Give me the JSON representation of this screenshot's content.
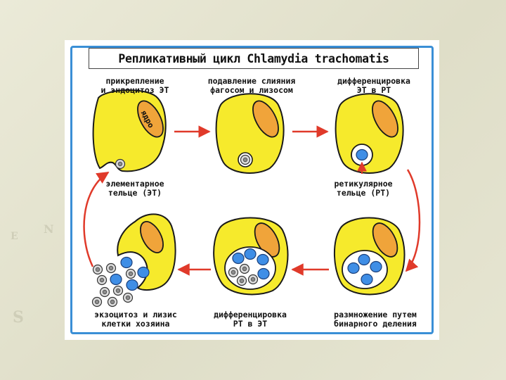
{
  "diagram": {
    "title": "Репликативный цикл Chlamydia trachomatis",
    "nucleus_label": "ядро",
    "stages": [
      {
        "id": "attach",
        "line1": "прикрепление",
        "line2": "и эндоцитоз ЭТ"
      },
      {
        "id": "suppress",
        "line1": "подавление слияния",
        "line2": "фагосом и лизосом"
      },
      {
        "id": "diff1",
        "line1": "дифференцировка",
        "line2": "ЭТ в РТ"
      },
      {
        "id": "multiply",
        "line1": "размножение путем",
        "line2": "бинарного деления"
      },
      {
        "id": "diff2",
        "line1": "дифференцировка",
        "line2": "РТ в ЭТ"
      },
      {
        "id": "exo",
        "line1": "экзоцитоз и лизис",
        "line2": "клетки хозяина"
      }
    ],
    "bodies": [
      {
        "id": "et",
        "line1": "элементарное",
        "line2": "тельце (ЭТ)"
      },
      {
        "id": "rt",
        "line1": "ретикулярное",
        "line2": "тельце (РТ)"
      }
    ],
    "colors": {
      "cell": "#f6ea2c",
      "nucleus": "#f0a43a",
      "reticulate_body": "#3f8ee6",
      "elementary_body": "#d9d9d9",
      "arrow": "#e03a2a",
      "frame": "#3a8fd6"
    }
  }
}
